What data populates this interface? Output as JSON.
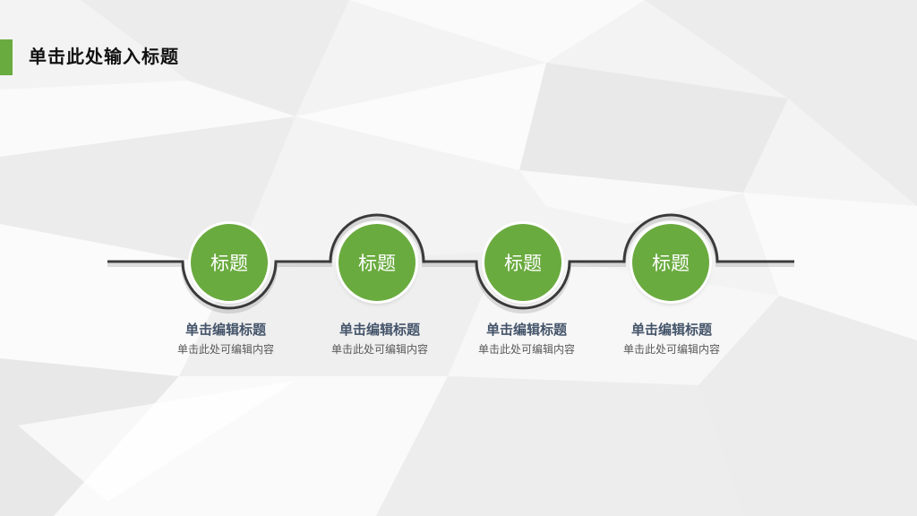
{
  "header": {
    "title": "单击此处输入标题"
  },
  "colors": {
    "accent": "#6aab3f",
    "line": "#3a3a3a",
    "heading": "#44546a",
    "text": "#595959"
  },
  "steps": [
    {
      "circle_label": "标题",
      "title": "单击编辑标题",
      "desc": "单击此处可编辑内容"
    },
    {
      "circle_label": "标题",
      "title": "单击编辑标题",
      "desc": "单击此处可编辑内容"
    },
    {
      "circle_label": "标题",
      "title": "单击编辑标题",
      "desc": "单击此处可编辑内容"
    },
    {
      "circle_label": "标题",
      "title": "单击编辑标题",
      "desc": "单击此处可编辑内容"
    }
  ]
}
